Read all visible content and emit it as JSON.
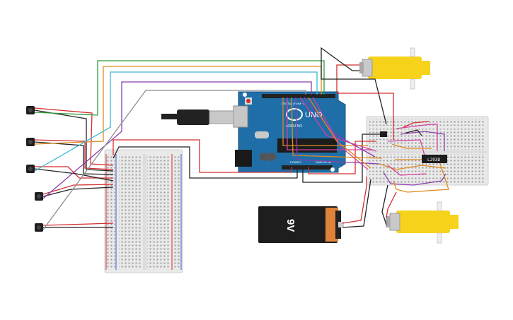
{
  "circuit": {
    "arduino": {
      "logo_text": "UNO",
      "brand_text": "ARDUINO",
      "header_top_text": "DIGITAL (PWM ~)",
      "power_text": "POWER",
      "analog_text": "ANALOG IN"
    },
    "battery": {
      "label": "9V"
    },
    "motor_driver": {
      "label": "L293D"
    },
    "sensor_count": 5,
    "motor_count": 2,
    "breadboards": [
      "left-breadboard",
      "right-breadboard"
    ],
    "colors": {
      "board_blue": "#1f6ea8",
      "wire_red": "#d42d2d",
      "wire_black": "#222222",
      "wire_green": "#2e9b3a",
      "wire_orange": "#e08a1c",
      "wire_cyan": "#3bb3d6",
      "wire_purple": "#8a3fb0",
      "wire_gray": "#8c8c8c",
      "wire_magenta": "#d63fa0",
      "motor_yellow": "#f6d21a",
      "battery_orange": "#e0833a"
    }
  }
}
